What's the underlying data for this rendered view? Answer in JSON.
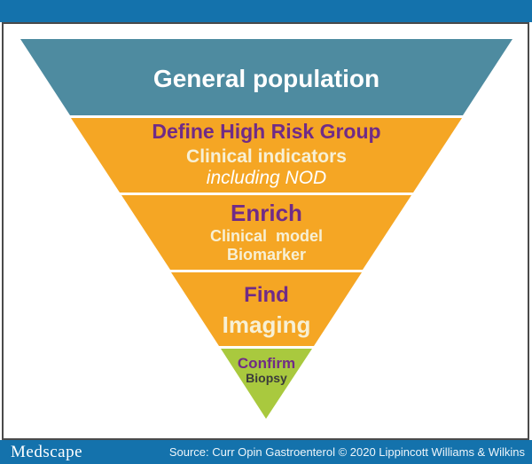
{
  "funnel": {
    "tiers": [
      {
        "id": "general-population",
        "color": "#4e8ba0",
        "lines": [
          {
            "text": "General population"
          }
        ]
      },
      {
        "id": "define-high-risk-group",
        "color": "#f5a624",
        "lines": [
          {
            "text": "Define High Risk Group"
          },
          {
            "text": "Clinical indicators"
          },
          {
            "text": "including NOD"
          }
        ]
      },
      {
        "id": "enrich",
        "color": "#f5a624",
        "lines": [
          {
            "text": "Enrich"
          },
          {
            "text": "Clinical model"
          },
          {
            "text": "Biomarker"
          }
        ]
      },
      {
        "id": "find",
        "color": "#f5a624",
        "lines": [
          {
            "text": "Find"
          },
          {
            "text": "Imaging"
          }
        ]
      },
      {
        "id": "confirm",
        "color": "#a9c93e",
        "lines": [
          {
            "text": "Confirm"
          },
          {
            "text": "Biopsy"
          }
        ]
      }
    ]
  },
  "footer": {
    "brand": "Medscape",
    "source": "Source: Curr Opin Gastroenterol © 2020 Lippincott Williams & Wilkins"
  },
  "colors": {
    "bar_blue": "#1472ac",
    "teal": "#4e8ba0",
    "orange": "#f5a624",
    "green": "#a9c93e",
    "purple_text": "#702b87",
    "cream_text": "#f7f0d5",
    "frame_border": "#4a4a4a"
  }
}
